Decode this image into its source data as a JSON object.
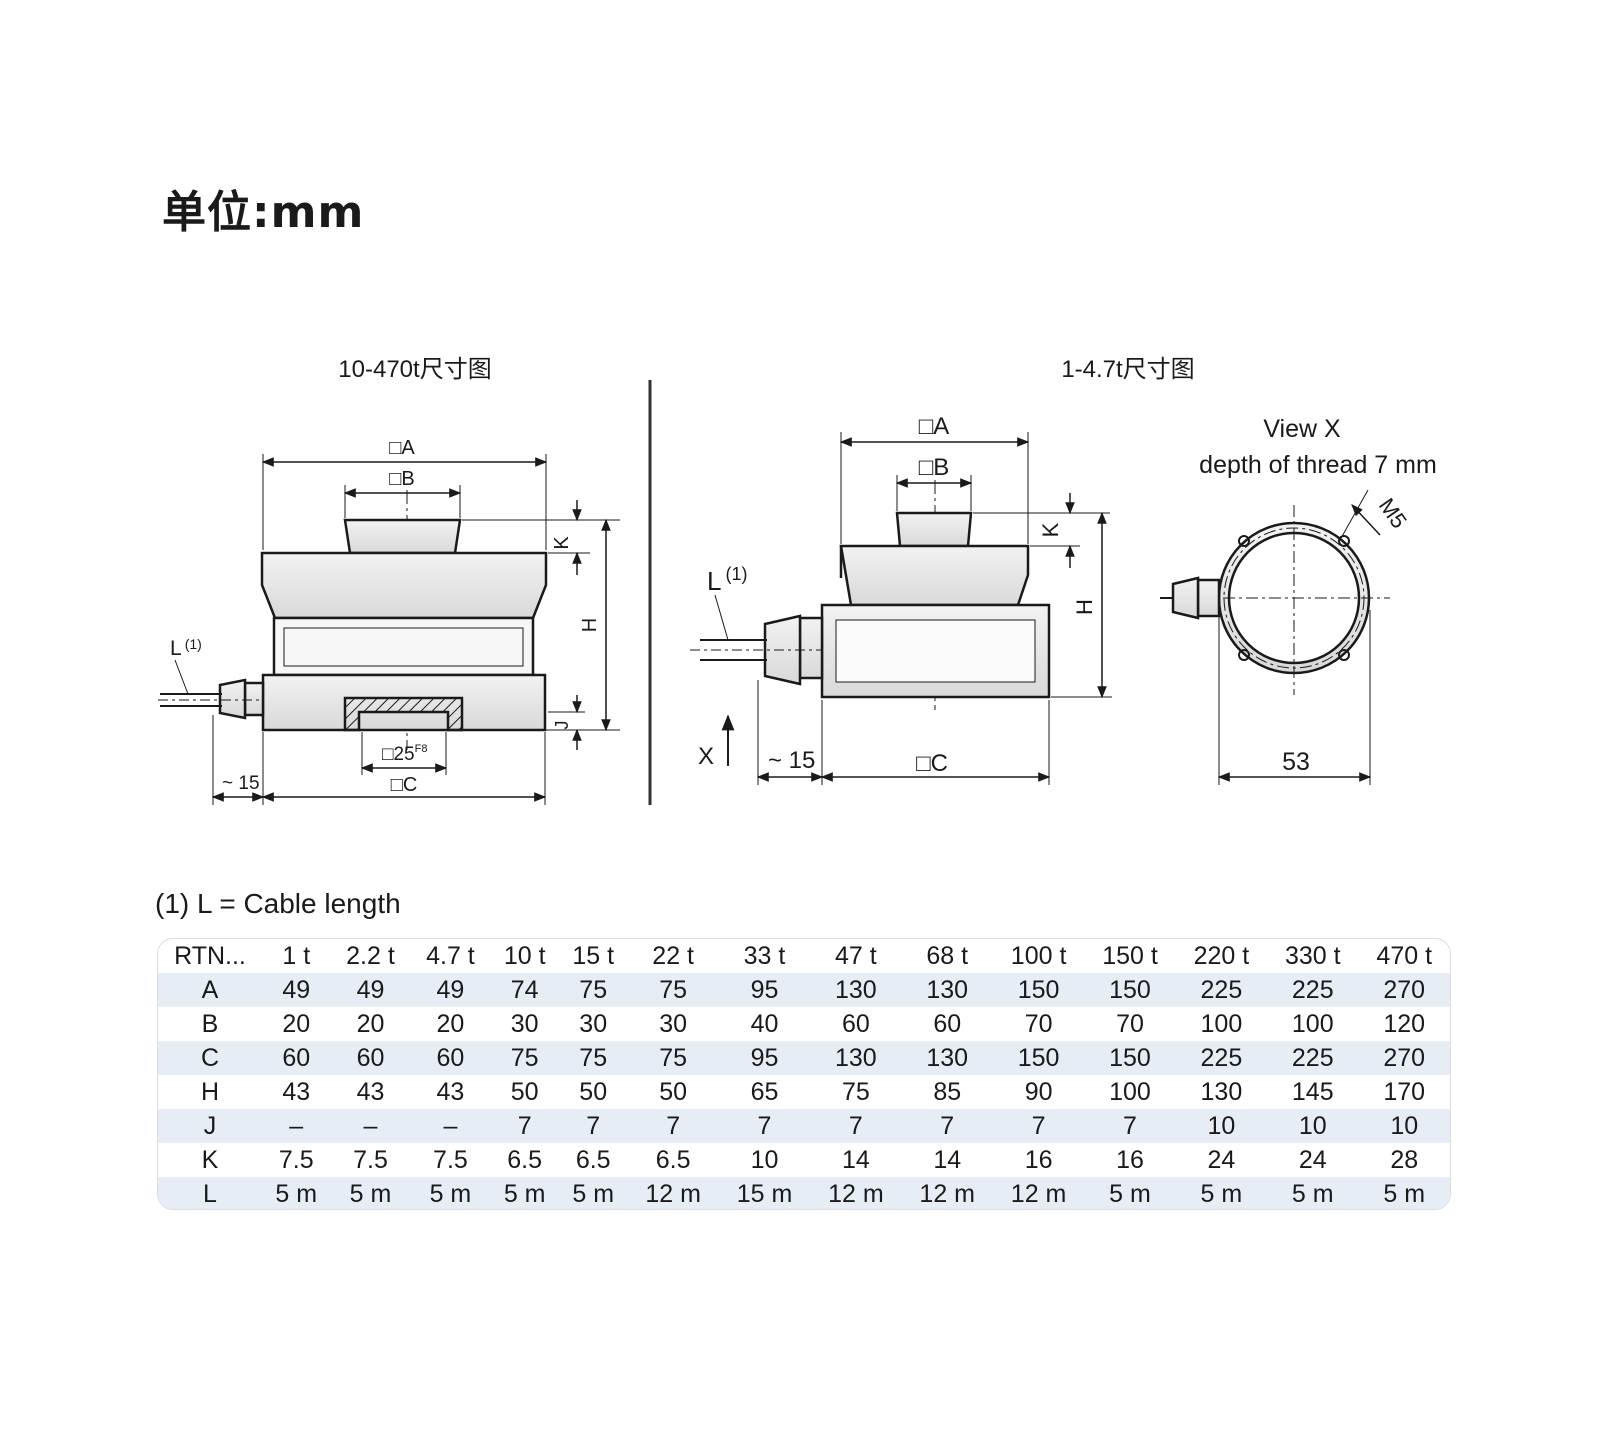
{
  "unit_title": "单位:mm",
  "views": {
    "large": {
      "title": "10-470t尺寸图",
      "labels": {
        "A": "□A",
        "B": "□B",
        "K": "K",
        "H": "H",
        "J": "J",
        "C": "□C",
        "bore": "□25",
        "bore_tol": "F8",
        "cable": "L",
        "cable_note": "(1)",
        "offset": "~ 15"
      }
    },
    "small": {
      "title": "1-4.7t尺寸图",
      "labels": {
        "A": "□A",
        "B": "□B",
        "K": "K",
        "H": "H",
        "C": "□C",
        "cable": "L",
        "cable_note": "(1)",
        "offset": "~ 15",
        "view_arrow": "X"
      }
    },
    "view_x": {
      "title": "View X",
      "subtitle": "depth of thread 7 mm",
      "thread": "M5",
      "width": "53"
    }
  },
  "footnote": "(1) L = Cable length",
  "table": {
    "header_label": "RTN...",
    "columns": [
      "1 t",
      "2.2 t",
      "4.7 t",
      "10 t",
      "15 t",
      "22 t",
      "33 t",
      "47 t",
      "68 t",
      "100 t",
      "150 t",
      "220 t",
      "330 t",
      "470 t"
    ],
    "rows": [
      {
        "label": "A",
        "values": [
          "49",
          "49",
          "49",
          "74",
          "75",
          "75",
          "95",
          "130",
          "130",
          "150",
          "150",
          "225",
          "225",
          "270"
        ]
      },
      {
        "label": "B",
        "values": [
          "20",
          "20",
          "20",
          "30",
          "30",
          "30",
          "40",
          "60",
          "60",
          "70",
          "70",
          "100",
          "100",
          "120"
        ]
      },
      {
        "label": "C",
        "values": [
          "60",
          "60",
          "60",
          "75",
          "75",
          "75",
          "95",
          "130",
          "130",
          "150",
          "150",
          "225",
          "225",
          "270"
        ]
      },
      {
        "label": "H",
        "values": [
          "43",
          "43",
          "43",
          "50",
          "50",
          "50",
          "65",
          "75",
          "85",
          "90",
          "100",
          "130",
          "145",
          "170"
        ]
      },
      {
        "label": "J",
        "values": [
          "–",
          "–",
          "–",
          "7",
          "7",
          "7",
          "7",
          "7",
          "7",
          "7",
          "7",
          "10",
          "10",
          "10"
        ]
      },
      {
        "label": "K",
        "values": [
          "7.5",
          "7.5",
          "7.5",
          "6.5",
          "6.5",
          "6.5",
          "10",
          "14",
          "14",
          "16",
          "16",
          "24",
          "24",
          "28"
        ]
      },
      {
        "label": "L",
        "values": [
          "5 m",
          "5 m",
          "5 m",
          "5 m",
          "5 m",
          "12 m",
          "15 m",
          "12 m",
          "12 m",
          "12 m",
          "5 m",
          "5 m",
          "5 m",
          "5 m"
        ]
      }
    ]
  }
}
